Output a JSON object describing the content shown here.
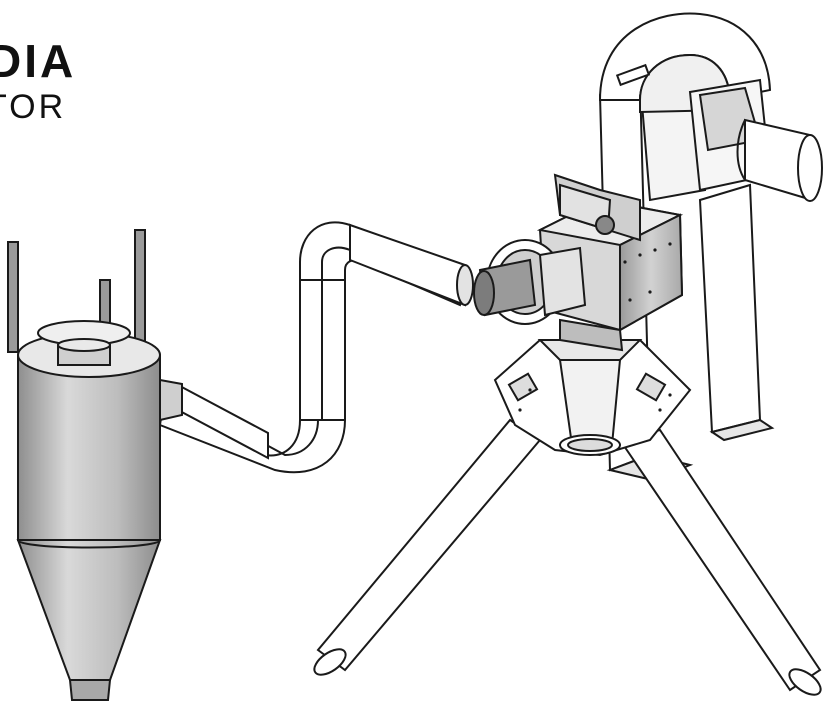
{
  "logo": {
    "line1": "DIA",
    "line2": "TOR"
  },
  "colors": {
    "outline": "#1a1a1a",
    "metal_light": "#dcdcdc",
    "metal_mid": "#b7b7b7",
    "metal_dark": "#8a8a8a",
    "white_part": "#ffffff"
  },
  "parts": [
    "cyclone",
    "cyclone-support-posts",
    "transfer-duct",
    "fan-motor",
    "distributor-hopper",
    "bucket-elevator-head",
    "elevator-legs",
    "discharge-spouts"
  ]
}
